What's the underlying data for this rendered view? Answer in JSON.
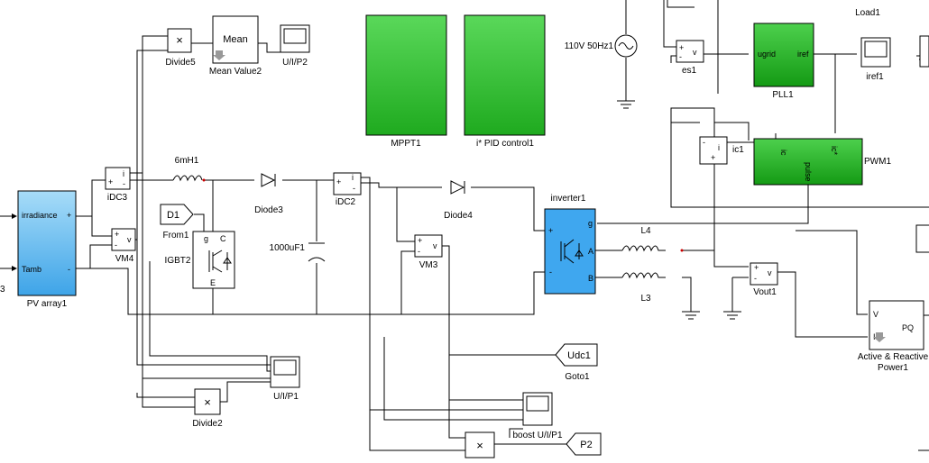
{
  "colors": {
    "wire": "#000000",
    "block_border": "#000000",
    "block_fill": "#ffffff",
    "subsystem_green": "#3cc63c",
    "subsystem_green_light": "#62dd62",
    "pv_blue": "#5bb6ee",
    "inverter_blue": "#3fa7ef",
    "inductor": "#000000"
  },
  "blocks": {
    "pv": {
      "name": "PV array1",
      "in1": "irradiance",
      "in2": "Tamb",
      "plus": "+",
      "minus": "-",
      "left_cut": "3"
    },
    "idc3": {
      "name": "iDC3",
      "port": "i",
      "plus": "+",
      "minus": "-"
    },
    "vm4": {
      "name": "VM4",
      "plus": "+",
      "minus": "-",
      "port": "v"
    },
    "divide5": {
      "name": "Divide5",
      "symbol": "×"
    },
    "mean": {
      "label": "Mean",
      "name": "Mean Value2"
    },
    "uip2": {
      "name": "U/I/P2"
    },
    "inductor6": {
      "name": "6mH1"
    },
    "from1": {
      "tag": "D1",
      "name": "From1"
    },
    "igbt": {
      "name": "IGBT2",
      "g": "g",
      "c": "C",
      "e": "E"
    },
    "diode3": {
      "name": "Diode3"
    },
    "cap": {
      "name": "1000uF1"
    },
    "idc2": {
      "name": "iDC2",
      "port": "i",
      "plus": "+",
      "minus": "-"
    },
    "mppt": {
      "name": "MPPT1"
    },
    "pid": {
      "name": "i* PID control1"
    },
    "diode4": {
      "name": "Diode4"
    },
    "vm3": {
      "name": "VM3",
      "plus": "+",
      "minus": "-",
      "port": "v"
    },
    "inverter": {
      "name": "inverter1",
      "g": "g",
      "a": "A",
      "b": "B",
      "plus": "+",
      "minus": "-"
    },
    "l4": {
      "name": "L4"
    },
    "l3": {
      "name": "L3"
    },
    "source": {
      "name": "110V 50Hz1"
    },
    "es1": {
      "name": "es1",
      "plus": "+",
      "minus": "-",
      "port": "v"
    },
    "pll": {
      "name": "PLL1",
      "in": "ugrid",
      "out": "iref"
    },
    "iref1": {
      "name": "iref1"
    },
    "load": {
      "name": "Load1"
    },
    "ic1": {
      "name": "ic1",
      "minus": "-",
      "port": "i",
      "plus": "+"
    },
    "pwm": {
      "name": "PWM1",
      "ic": "ic",
      "icstar": "ic*",
      "pulse": "pulse"
    },
    "vout": {
      "name": "Vout1",
      "plus": "+",
      "minus": "-",
      "port": "v"
    },
    "pq": {
      "name1": "Active & Reactive",
      "name2": "Power1",
      "v": "V",
      "i": "I",
      "out": "PQ"
    },
    "goto1": {
      "tag": "Udc1",
      "name": "Goto1"
    },
    "uip1": {
      "name": "U/I/P1"
    },
    "divide2": {
      "name": "Divide2",
      "symbol": "×"
    },
    "boost": {
      "name": "boost U/I/P1"
    },
    "p2": {
      "tag": "P2",
      "symbol": "×"
    }
  }
}
